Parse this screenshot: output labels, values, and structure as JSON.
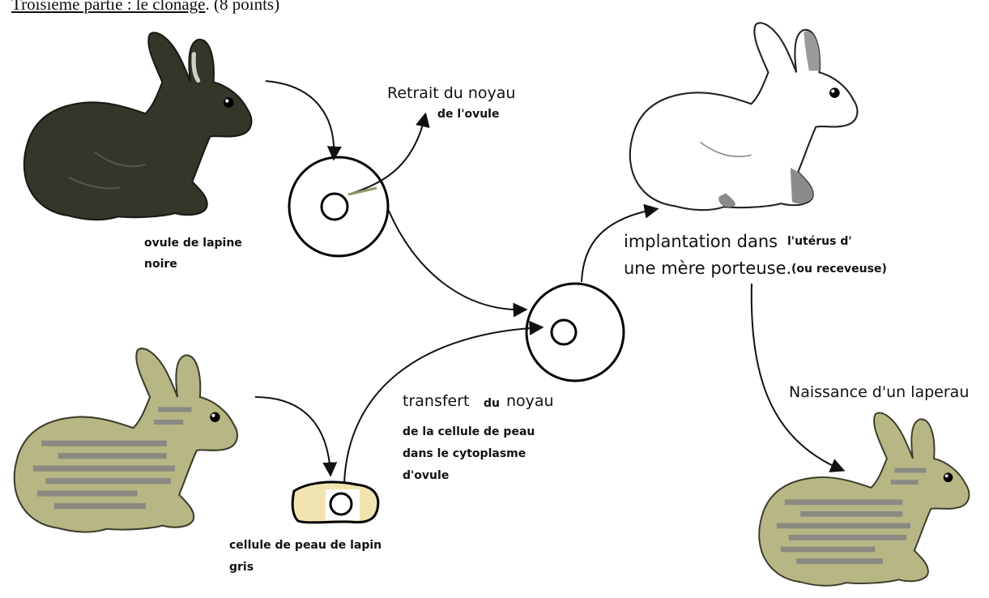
{
  "header": {
    "title_underlined": "Troisième partie : le clonage",
    "title_rest": ". (8 points)"
  },
  "labels": {
    "retrait_line1": "Retrait du noyau",
    "retrait_line2": "de l'ovule",
    "ovule_line1": "ovule de lapine",
    "ovule_line2": "noire",
    "implant_part1": "implantation dans",
    "implant_part2": "l'utérus d'",
    "implant_part3": "une mère porteuse.",
    "implant_part4": "(ou receveuse)",
    "transfert_part1": "transfert",
    "transfert_part2": "du",
    "transfert_part3": "noyau",
    "transfert_line2": "de la cellule de peau",
    "transfert_line3": "dans le cytoplasme",
    "transfert_line4": "d'ovule",
    "naissance": "Naissance d'un laperau",
    "cellule_line1": "cellule de peau de lapin",
    "cellule_line2": "gris"
  },
  "colors": {
    "black_rabbit": "#35352a",
    "white_rabbit": "#ffffff",
    "grey_rabbit": "#b6b784",
    "grey_stripes": "#8a8a82",
    "skin_cell": "#f0e3b0"
  }
}
